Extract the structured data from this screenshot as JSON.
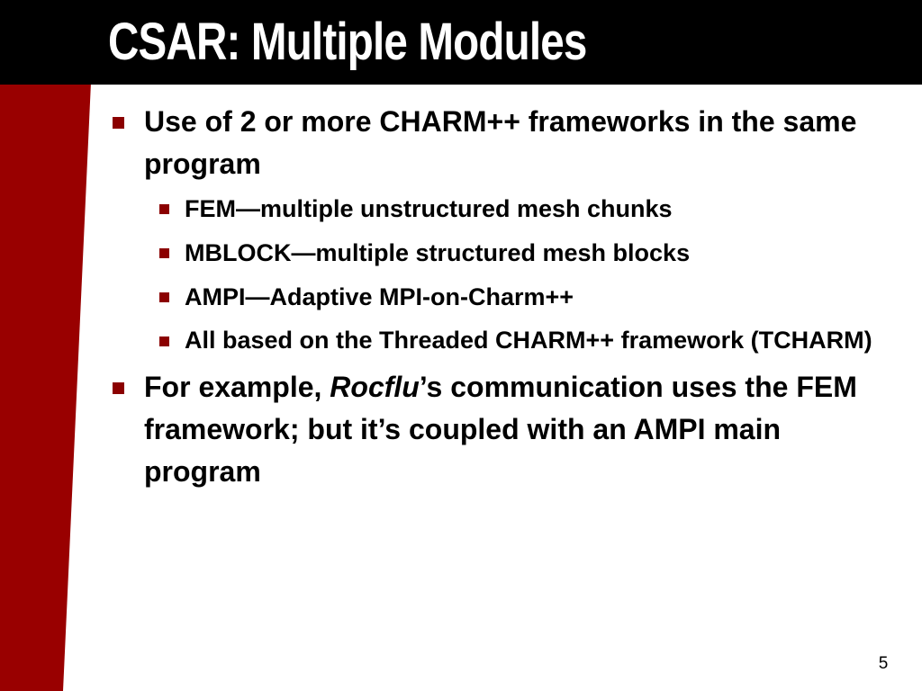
{
  "slide": {
    "title": "CSAR: Multiple Modules",
    "page_number": "5",
    "colors": {
      "title_bar": "#000000",
      "accent_red": "#990000",
      "bullet_marker": "#8b0000",
      "title_text": "#ffffff",
      "body_text": "#000000"
    }
  },
  "bullets": [
    {
      "text": "Use of 2 or more CHARM++ frameworks in the same program",
      "sub": [
        {
          "text": "FEM—multiple unstructured mesh chunks"
        },
        {
          "text": "MBLOCK—multiple structured mesh blocks"
        },
        {
          "text": "AMPI—Adaptive MPI-on-Charm++"
        },
        {
          "text": "All based on the Threaded CHARM++ framework (TCHARM)"
        }
      ]
    },
    {
      "prefix": "For example, ",
      "italic": "Rocflu",
      "suffix": "’s communication uses the FEM framework; but it’s coupled with an AMPI main program"
    }
  ]
}
